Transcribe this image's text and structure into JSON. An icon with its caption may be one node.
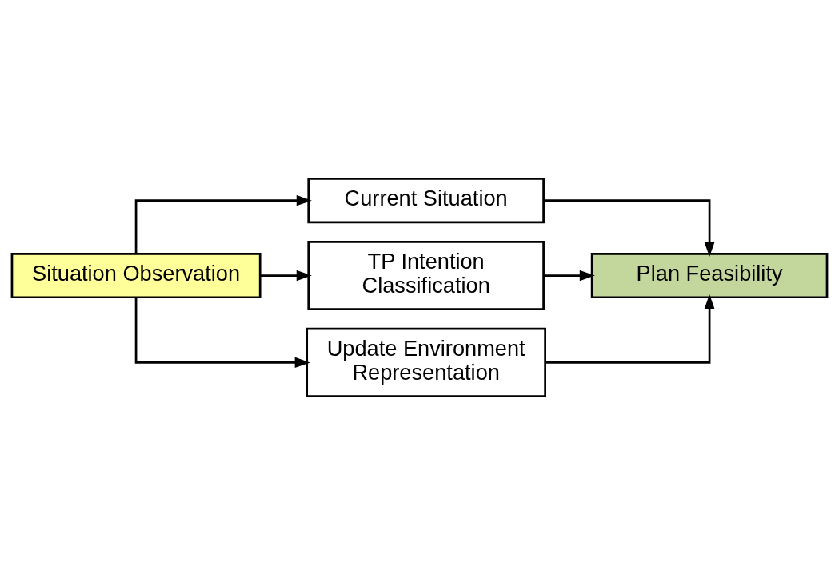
{
  "diagram": {
    "nodes": [
      {
        "text": [
          "Situation Observation"
        ]
      },
      {
        "text": [
          "Current Situation"
        ]
      },
      {
        "text": [
          "TP Intention Classification"
        ]
      },
      {
        "text": [
          "Update Environment Representation"
        ]
      },
      {
        "text": [
          "Plan Feasibility"
        ]
      }
    ],
    "edges": [
      {
        "from": 0,
        "to": 1,
        "arrow": "to"
      },
      {
        "from": 0,
        "to": 2,
        "arrow": "to"
      },
      {
        "from": 0,
        "to": 3,
        "arrow": "to"
      },
      {
        "from": 1,
        "to": 4,
        "arrow": "to"
      },
      {
        "from": 2,
        "to": 4,
        "arrow": "to"
      },
      {
        "from": 3,
        "to": 4,
        "arrow": "to"
      }
    ]
  }
}
